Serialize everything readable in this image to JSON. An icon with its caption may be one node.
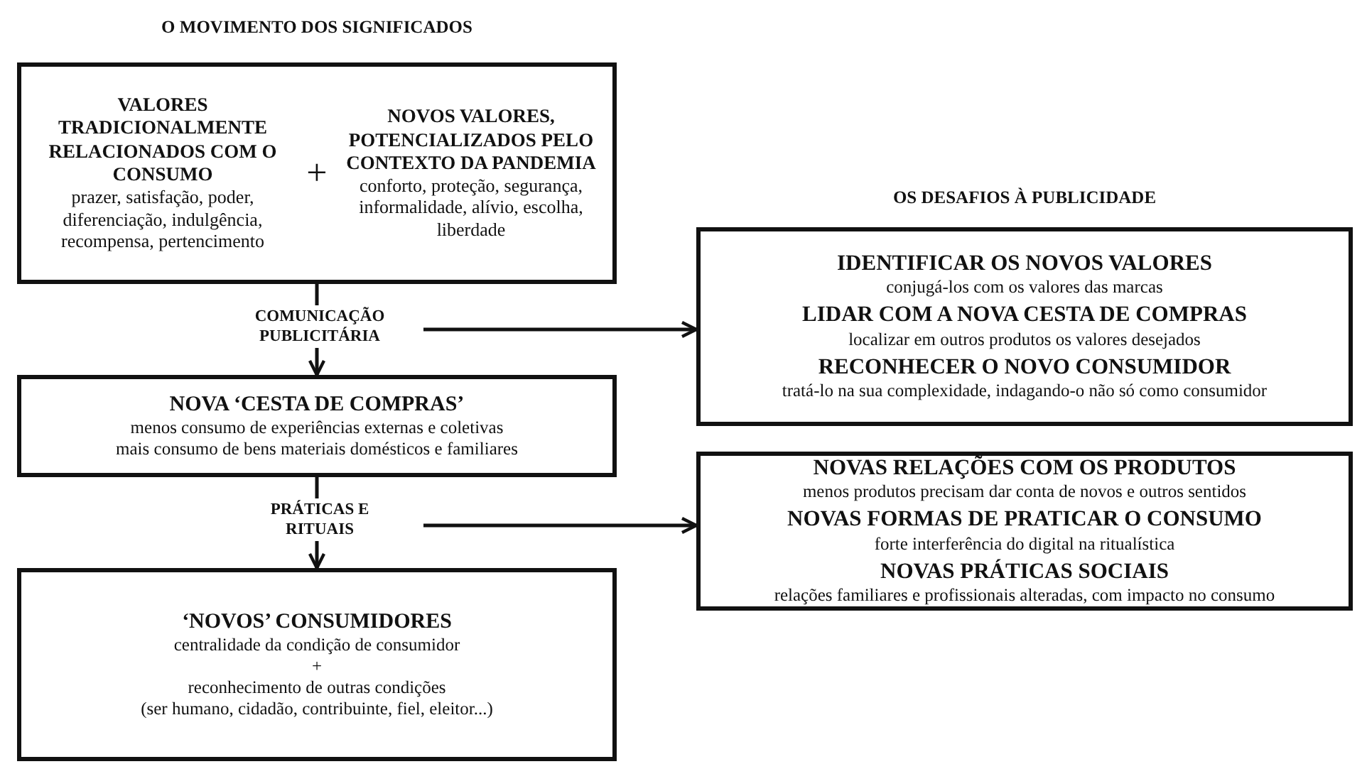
{
  "diagram": {
    "title": "O MOVIMENTO DOS SIGNIFICADOS",
    "nodes": [
      {
        "text": [
          "VALORES TRADICIONALMENTE RELACIONADOS COM O CONSUMO",
          "prazer, satisfação, poder, diferenciação, indulgência, recompensa, pertencimento",
          "+",
          "NOVOS VALORES, POTENCIALIZADOS PELO CONTEXTO DA PANDEMIA",
          "conforto, proteção, segurança, informalidade, alívio, escolha, liberdade"
        ]
      },
      {
        "text": [
          "NOVA ‘CESTA DE COMPRAS’",
          "menos consumo de experiências externas e coletivas",
          "mais consumo de bens materiais domésticos e familiares"
        ]
      },
      {
        "text": [
          "‘NOVOS’ CONSUMIDORES",
          "centralidade da condição de consumidor",
          "+",
          "reconhecimento de outras condições",
          "(ser humano, cidadão, contribuinte, fiel, eleitor...)"
        ]
      },
      {
        "text": [
          "IDENTIFICAR OS NOVOS VALORES",
          "conjugá-los com os valores das marcas",
          "LIDAR COM A NOVA CESTA DE COMPRAS",
          "localizar em outros produtos os valores desejados",
          "RECONHECER O NOVO CONSUMIDOR",
          "tratá-lo na sua complexidade, indagando-o não só como consumidor"
        ]
      },
      {
        "text": [
          "NOVAS RELAÇÕES COM OS PRODUTOS",
          "menos produtos precisam dar conta de novos e outros sentidos",
          "NOVAS FORMAS DE PRATICAR O CONSUMO",
          "forte interferência do digital na ritualística",
          "NOVAS PRÁTICAS SOCIAIS",
          "relações familiares e profissionais alteradas, com impacto no consumo"
        ]
      }
    ],
    "edges": [
      {
        "from": 0,
        "to": 1,
        "arrow": "to",
        "label": "COMUNICAÇÃO PUBLICITÁRIA"
      },
      {
        "from": null,
        "to": 3,
        "arrow": "to"
      },
      {
        "from": 1,
        "to": 2,
        "arrow": "to",
        "label": "PRÁTICAS E RITUAIS"
      },
      {
        "from": null,
        "to": 4,
        "arrow": "to"
      }
    ],
    "labels": [
      "OS DESAFIOS À PUBLICIDADE"
    ]
  }
}
